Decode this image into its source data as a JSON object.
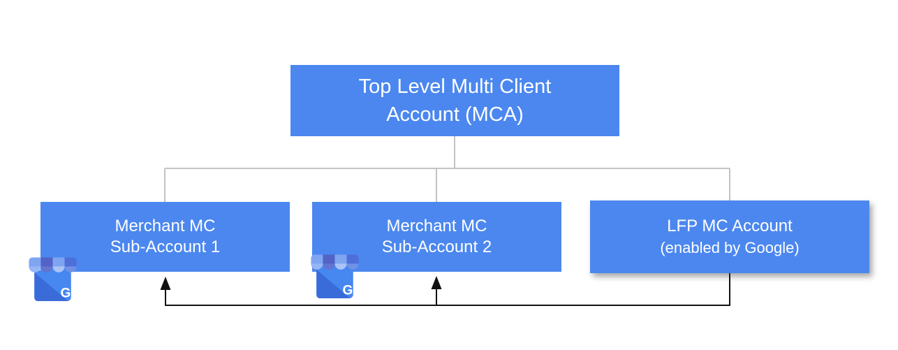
{
  "diagram": {
    "nodes": {
      "mca": {
        "line1": "Top Level Multi Client",
        "line2": "Account (MCA)"
      },
      "sub1": {
        "line1": "Merchant MC",
        "line2": "Sub-Account 1"
      },
      "sub2": {
        "line1": "Merchant MC",
        "line2": "Sub-Account 2"
      },
      "lfp": {
        "line1": "LFP MC Account",
        "line2": "(enabled by Google)"
      }
    },
    "icons": {
      "business_letter": "G"
    },
    "colors": {
      "node_fill": "#4B87EF",
      "node_text": "#FFFFFF",
      "tree_line": "#C3C3C3",
      "arrow_line": "#111111",
      "icon_body_blue": "#4687F0",
      "icon_shade_blue": "#3A6CD9",
      "icon_awning_light": "#7FA5F1",
      "icon_awning_dark": "#5263C5",
      "icon_letter": "#FFFFFF"
    }
  }
}
